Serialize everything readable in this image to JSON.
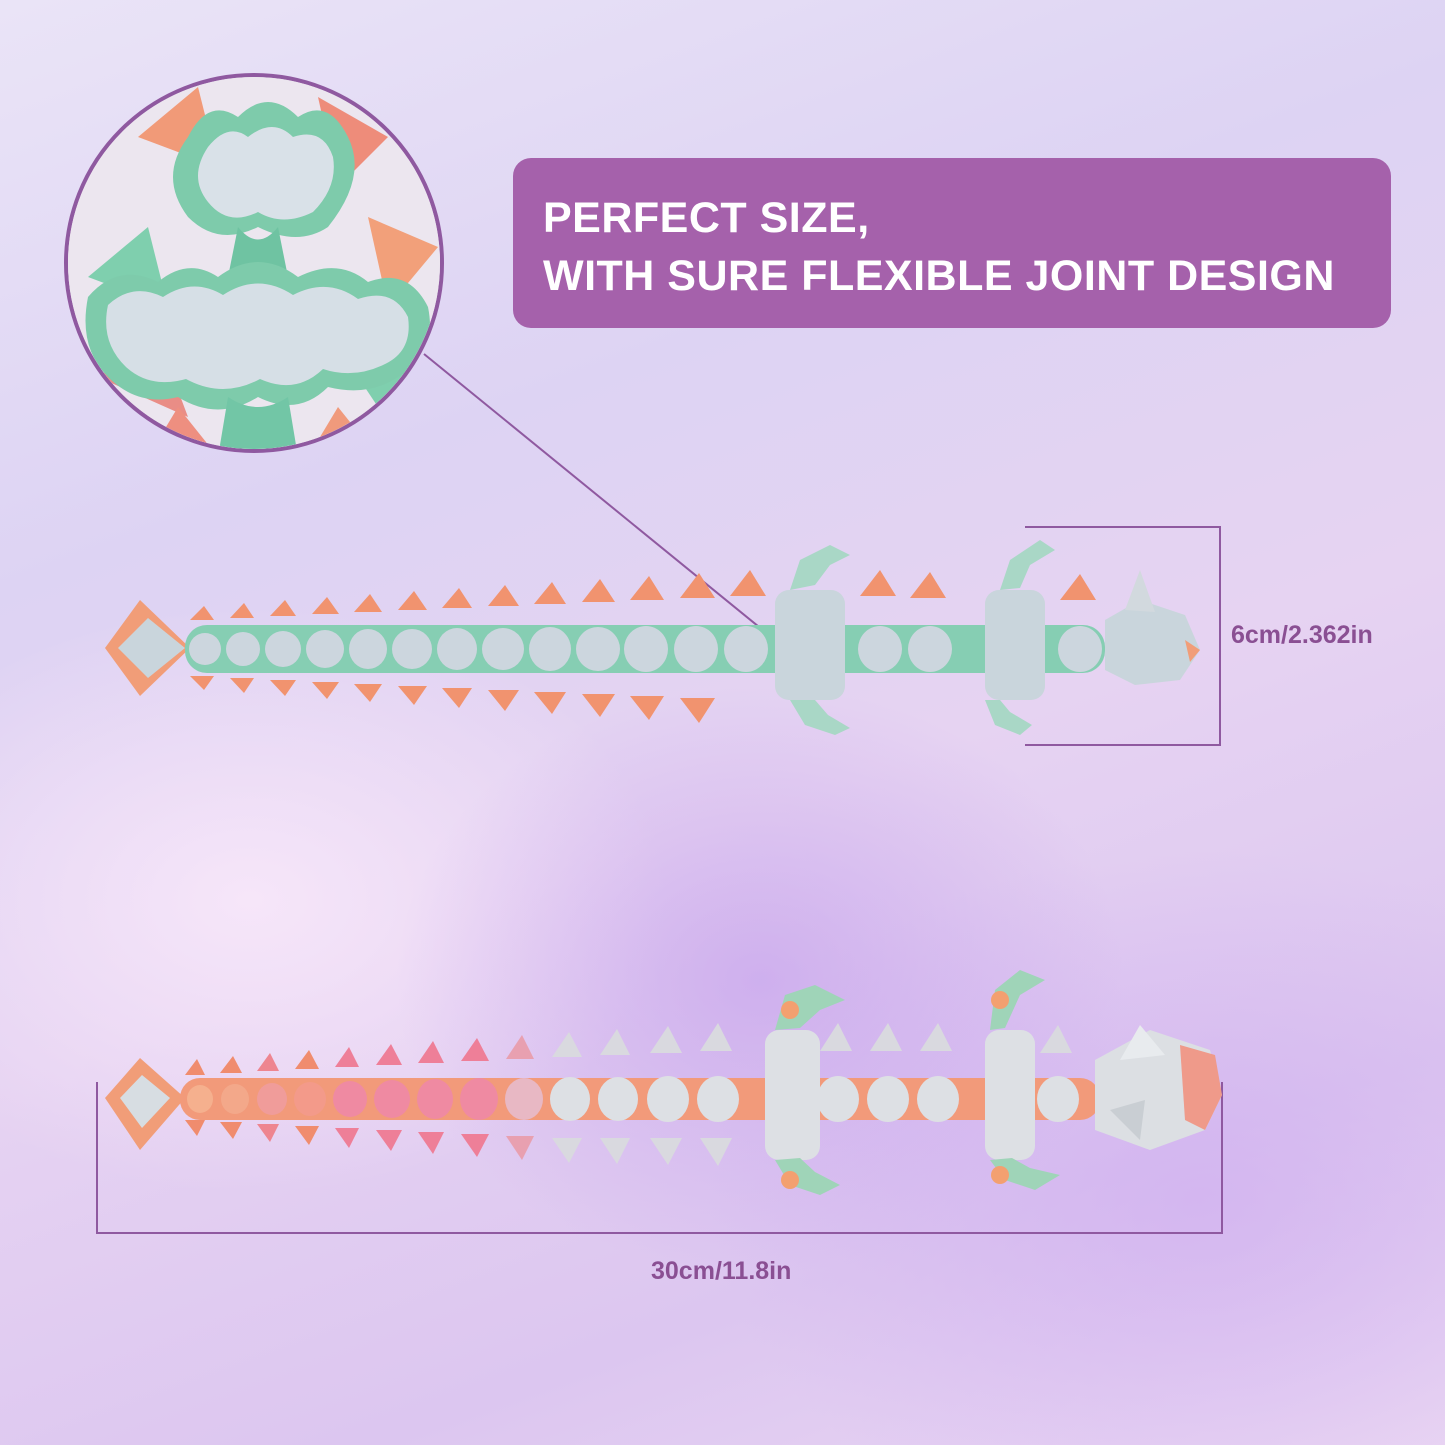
{
  "banner": {
    "line1": "PERFECT SIZE,",
    "line2": "WITH SURE FLEXIBLE JOINT DESIGN"
  },
  "dimensions": {
    "height_label": "6cm/2.362in",
    "length_label": "30cm/11.8in"
  },
  "colors": {
    "banner_bg": "#a561ab",
    "banner_text": "#ffffff",
    "accent_line": "#8f59a0",
    "label_text": "#8a4f93",
    "dragon_mint": "#8fd1b8",
    "dragon_silver": "#d4dae0",
    "dragon_coral": "#f08c6e",
    "dragon_pink": "#ee7f98"
  }
}
